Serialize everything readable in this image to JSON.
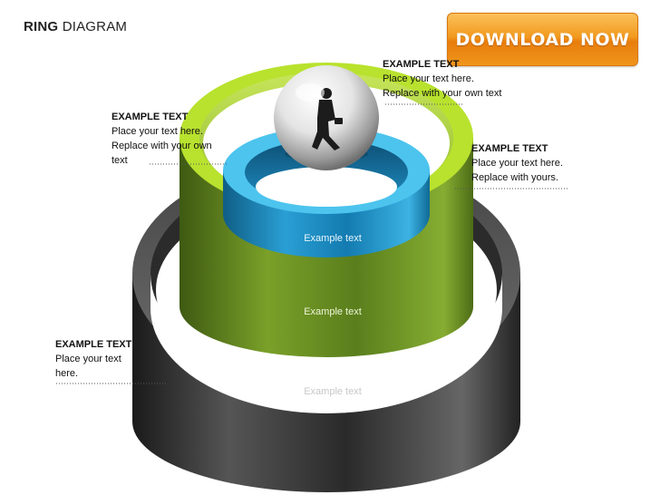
{
  "header": {
    "title_bold": "RING",
    "title_rest": "DIAGRAM"
  },
  "download_button": {
    "label": "DOWNLOAD NOW"
  },
  "callouts": {
    "top_right": {
      "heading": "EXAMPLE TEXT",
      "line1": "Place your text here.",
      "line2": "Replace with your own text"
    },
    "left_mid": {
      "heading": "EXAMPLE TEXT",
      "line1": "Place your text here.",
      "line2": "Replace with your own",
      "line3": "text"
    },
    "right_mid": {
      "heading": "EXAMPLE TEXT",
      "line1": "Place your text here.",
      "line2": "Replace with yours."
    },
    "bottom_left": {
      "heading": "EXAMPLE TEXT",
      "line1": "Place your text",
      "line2": "here."
    }
  },
  "rings": {
    "blue_label": "Example text",
    "green_label": "Example text",
    "black_label": "Example text"
  },
  "colors": {
    "blue": "#2aa4d8",
    "green": "#9acb2a",
    "black": "#3a3a3a",
    "button": "#f0951b"
  },
  "icons": {
    "center": "businessman-sphere-icon"
  }
}
